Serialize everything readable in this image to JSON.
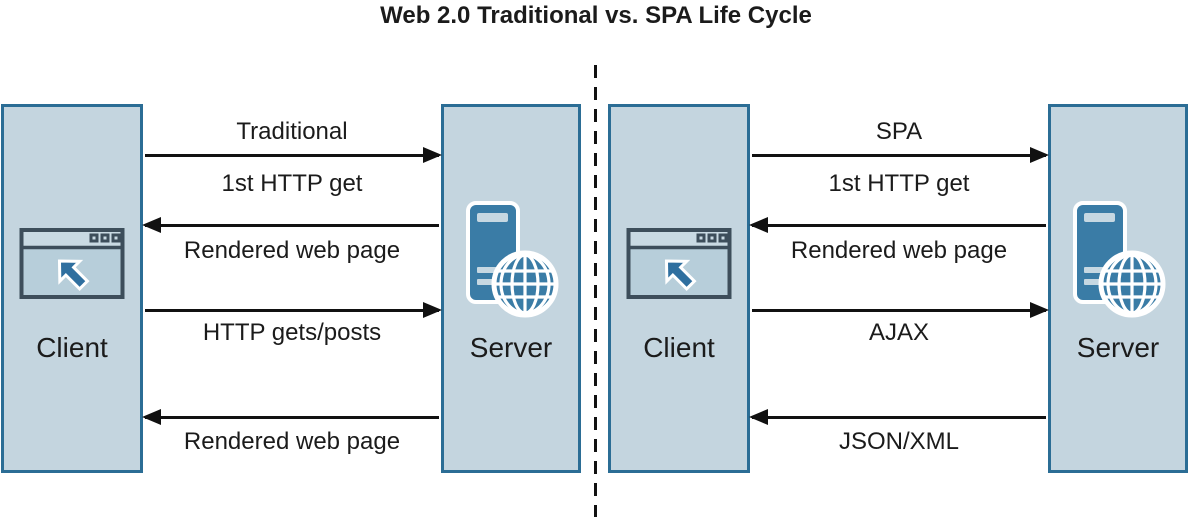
{
  "title": "Web 2.0 Traditional vs. SPA Life Cycle",
  "colors": {
    "box_fill": "#c4d5df",
    "box_border": "#2b6d95",
    "server_icon_blue": "#3a7ca6",
    "cursor_blue": "#2f6f9f",
    "browser_frame": "#3d4e5b",
    "browser_titlebar_fill": "#c9dae3",
    "browser_body_fill": "#b7ceda",
    "icon_light_bar": "#c6d8e2",
    "arrow_black": "#111111",
    "text_color": "#1b1b1b",
    "divider_color": "#111111"
  },
  "left": {
    "client_label": "Client",
    "server_label": "Server",
    "exchanges": [
      {
        "direction": "client-to-server",
        "label_above": "Traditional",
        "label_below": "1st HTTP get"
      },
      {
        "direction": "server-to-client",
        "label_below": "Rendered web page"
      },
      {
        "direction": "client-to-server",
        "label_below": "HTTP gets/posts"
      },
      {
        "direction": "server-to-client",
        "label_below": "Rendered web page"
      }
    ]
  },
  "right": {
    "client_label": "Client",
    "server_label": "Server",
    "exchanges": [
      {
        "direction": "client-to-server",
        "label_above": "SPA",
        "label_below": "1st HTTP get"
      },
      {
        "direction": "server-to-client",
        "label_below": "Rendered web page"
      },
      {
        "direction": "client-to-server",
        "label_below": "AJAX"
      },
      {
        "direction": "server-to-client",
        "label_below": "JSON/XML"
      }
    ]
  }
}
